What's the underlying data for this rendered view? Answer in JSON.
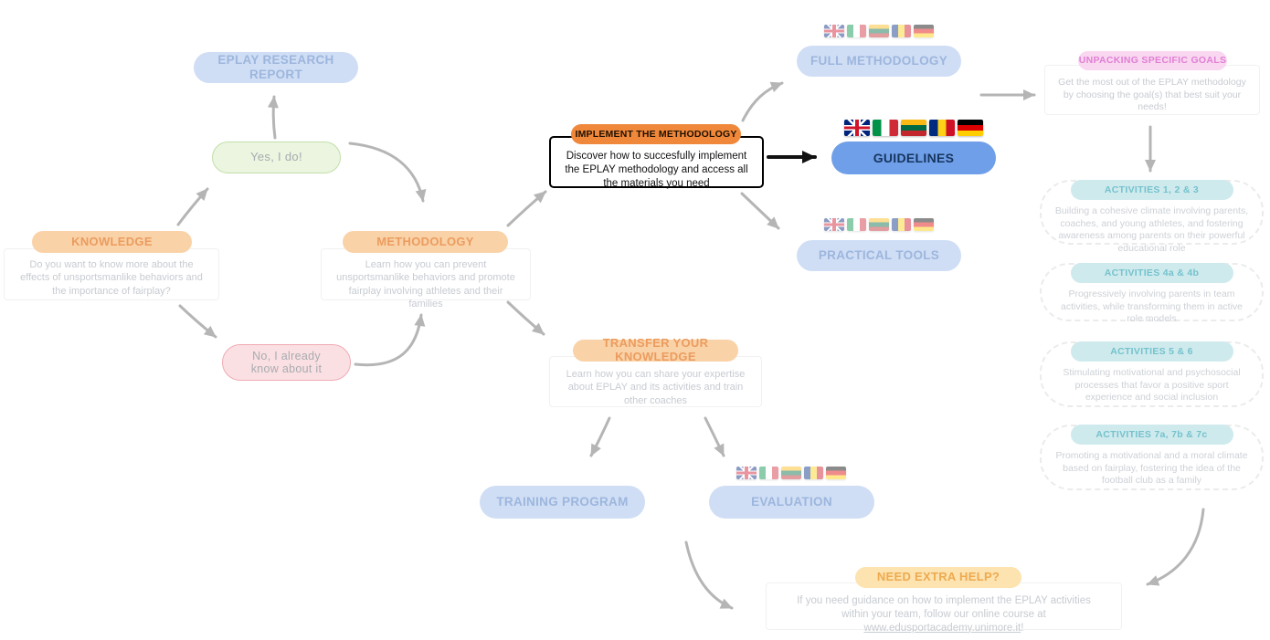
{
  "colors": {
    "accent_orange": "#f0883b",
    "active_blue": "#6f9fe8",
    "active_blue_text": "#16355e",
    "arrow_gray": "#b5b5b5",
    "arrow_black": "#111111",
    "pale_blue": "#cfdef5",
    "pale_orange": "#fad2a8",
    "pale_teal": "#cfeaed",
    "pale_pink": "#f9d7f1",
    "pale_yellow": "#fce3b0"
  },
  "diagram": {
    "research_report": {
      "label": "EPLAY RESEARCH REPORT"
    },
    "yes_option": {
      "label": "Yes, I do!"
    },
    "no_option": {
      "label": "No, I already know about it"
    },
    "knowledge": {
      "title": "KNOWLEDGE",
      "description": "Do you want to know more about the effects of unsportsmanlike behaviors and the importance of fairplay?"
    },
    "methodology": {
      "title": "METHODOLOGY",
      "description": "Learn how you can prevent unsportsmanlike behaviors and promote fairplay involving athletes and their families"
    },
    "implement": {
      "title": "IMPLEMENT THE METHODOLOGY",
      "description": "Discover how to succesfully implement the EPLAY methodology and access all the materials you need"
    },
    "full_methodology": {
      "label": "FULL METHODOLOGY"
    },
    "guidelines": {
      "label": "GUIDELINES"
    },
    "practical_tools": {
      "label": "PRACTICAL TOOLS"
    },
    "unpacking_goals": {
      "title": "UNPACKING SPECIFIC GOALS",
      "description": "Get the most out of the EPLAY methodology by choosing the goal(s) that best suit your needs!"
    },
    "activities": [
      {
        "title": "ACTIVITIES 1, 2 & 3",
        "description": "Building a cohesive climate involving parents, coaches, and young athletes, and fostering awareness among parents on their powerful educational role"
      },
      {
        "title": "ACTIVITIES 4a & 4b",
        "description": "Progressively involving parents in team activities, while transforming them in active role models"
      },
      {
        "title": "ACTIVITIES 5 & 6",
        "description": "Stimulating motivational and psychosocial processes that favor a positive sport experience and social inclusion"
      },
      {
        "title": "ACTIVITIES 7a, 7b & 7c",
        "description": "Promoting a motivational and a moral climate based on fairplay, fostering the idea of the football club as a family"
      }
    ],
    "transfer_knowledge": {
      "title": "TRANSFER YOUR KNOWLEDGE",
      "description": "Learn how you can share your expertise about EPLAY and its activities and train other coaches"
    },
    "training_program": {
      "label": "TRAINING PROGRAM"
    },
    "evaluation": {
      "label": "EVALUATION"
    },
    "need_extra_help": {
      "title": "NEED EXTRA HELP?",
      "text_before_link": "If you need guidance on how to implement the EPLAY activities within your team, follow our online course at ",
      "link_text": "www.edusportacademy.unimore.it",
      "text_after_link": "!"
    }
  },
  "flags": [
    "uk",
    "italy",
    "lithuania",
    "romania",
    "germany"
  ]
}
